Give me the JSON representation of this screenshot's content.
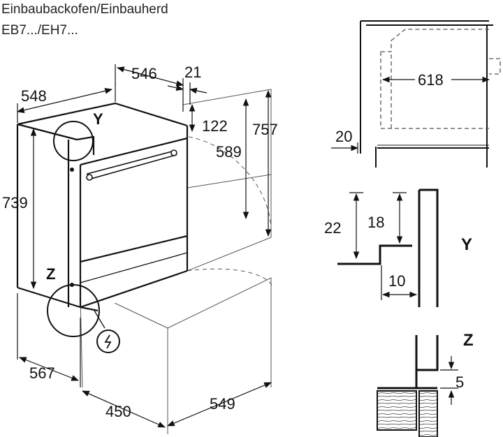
{
  "title": {
    "line1": "Einbaubackofen/Einbauherd",
    "line2": "EB7.../EH7..."
  },
  "dimensions": {
    "oven_width": "548",
    "niche_width": "546",
    "panel_offset": "21",
    "top_gap": "122",
    "body_height": "589",
    "niche_height": "757",
    "front_height": "739",
    "depth_bottom": "567",
    "niche_min_width": "450",
    "niche_depth": "549",
    "side_depth": "618",
    "side_offset": "20",
    "detail_y_height": "22",
    "detail_y_step": "18",
    "detail_y_width": "10",
    "detail_z_gap": "5"
  },
  "callouts": {
    "y": "Y",
    "z": "Z",
    "detail_y": "Y",
    "detail_z": "Z"
  },
  "icons": {
    "power": "electrical-connection-icon"
  }
}
